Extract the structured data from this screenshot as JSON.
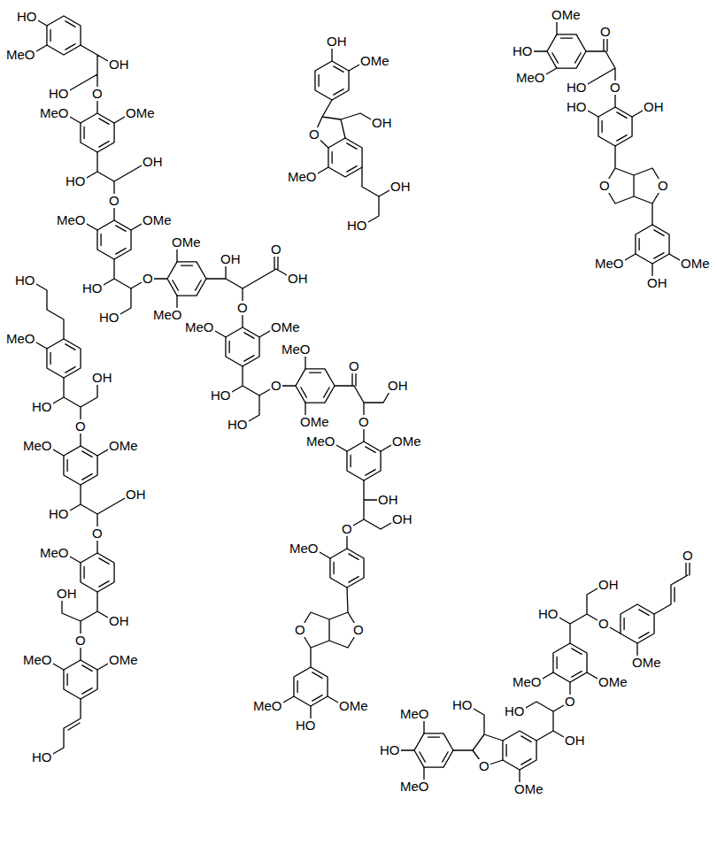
{
  "diagram": {
    "labels": [
      "HO",
      "MeO",
      "OH",
      "HO",
      "O",
      "MeO",
      "OMe",
      "HO",
      "OH",
      "O",
      "MeO",
      "OMe",
      "HO",
      "O",
      "HO",
      "OMe",
      "MeO",
      "OH",
      "O",
      "O",
      "OH",
      "MeO",
      "OMe",
      "HO",
      "O",
      "HO",
      "MeO",
      "OMe",
      "O",
      "OH",
      "O",
      "OMe",
      "MeO",
      "OH",
      "O",
      "OH",
      "MeO",
      "O",
      "O",
      "MeO",
      "OMe",
      "HO",
      "OH",
      "OMe",
      "O",
      "OH",
      "MeO",
      "OH",
      "HO",
      "OMe",
      "HO",
      "O",
      "MeO",
      "HO",
      "O",
      "HO",
      "OH",
      "O",
      "O",
      "MeO",
      "OMe",
      "OH",
      "HO",
      "MeO",
      "HO",
      "OH",
      "O",
      "OMe",
      "MeO",
      "HO",
      "OH",
      "O",
      "MeO",
      "OH",
      "OH",
      "O",
      "MeO",
      "OMe",
      "HO",
      "O",
      "OH",
      "HO",
      "O",
      "OMe",
      "MeO",
      "OMe",
      "O",
      "HO",
      "OH",
      "HO",
      "MeO",
      "HO",
      "O",
      "MeO",
      "OMe"
    ]
  }
}
